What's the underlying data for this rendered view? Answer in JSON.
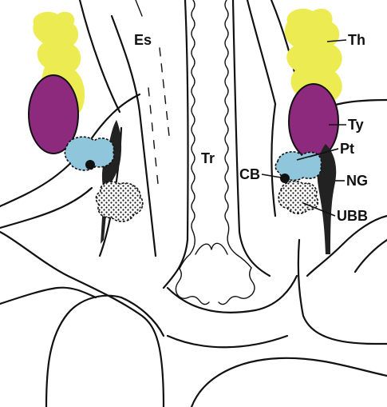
{
  "labels": {
    "esophagus": "Es",
    "trachea": "Tr",
    "thymus": "Th",
    "thyroid": "Ty",
    "parathyroid": "Pt",
    "carotid_body": "CB",
    "nodose_ganglion": "NG",
    "ultimobranchial_body": "UBB"
  },
  "colors": {
    "thymus": "#ecec52",
    "thyroid": "#8e2a7e",
    "parathyroid": "#8fc6dc",
    "ganglion": "#222222",
    "outline": "#111111"
  }
}
